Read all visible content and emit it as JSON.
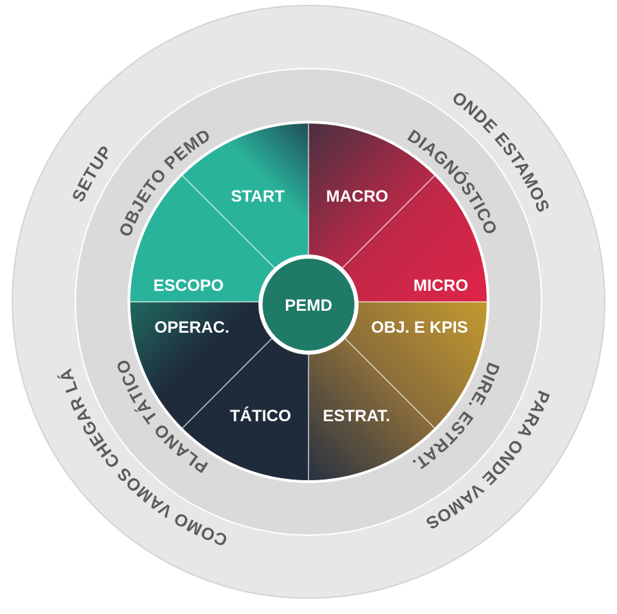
{
  "center": {
    "label": "PEMD",
    "color": "#1f7a67"
  },
  "quadrants": [
    {
      "id": "setup",
      "outer_label": "SETUP",
      "middle_label": "OBJETO PEMD",
      "color_main": "#2ab39b",
      "color_dark": "#1f4e57",
      "segments": [
        "START",
        "ESCOPO"
      ]
    },
    {
      "id": "onde-estamos",
      "outer_label": "ONDE ESTAMOS",
      "middle_label": "DIAGNÓSTICO",
      "color_main": "#d7264a",
      "color_dark": "#4a3040",
      "segments": [
        "MACRO",
        "MICRO"
      ]
    },
    {
      "id": "para-onde-vamos",
      "outer_label": "PARA ONDE VAMOS",
      "middle_label": "DIRE. ESTRAT.",
      "color_main": "#b8912f",
      "color_dark": "#2b3341",
      "segments": [
        "OBJ. E KPIS",
        "ESTRAT."
      ]
    },
    {
      "id": "como-vamos-chegar-la",
      "outer_label": "COMO VAMOS CHEGAR LÁ",
      "middle_label": "PLANO TÁTICO",
      "color_main": "#1f2a3a",
      "color_dark": "#1f2a3a",
      "color_accent": "#1f5e56",
      "segments": [
        "OPERAC.",
        "TÁTICO"
      ]
    }
  ],
  "colors": {
    "outer_ring": "#e7e7e7",
    "middle_ring": "#dadada",
    "ring_border": "#ffffff",
    "ring_text": "#5b5b5b"
  }
}
